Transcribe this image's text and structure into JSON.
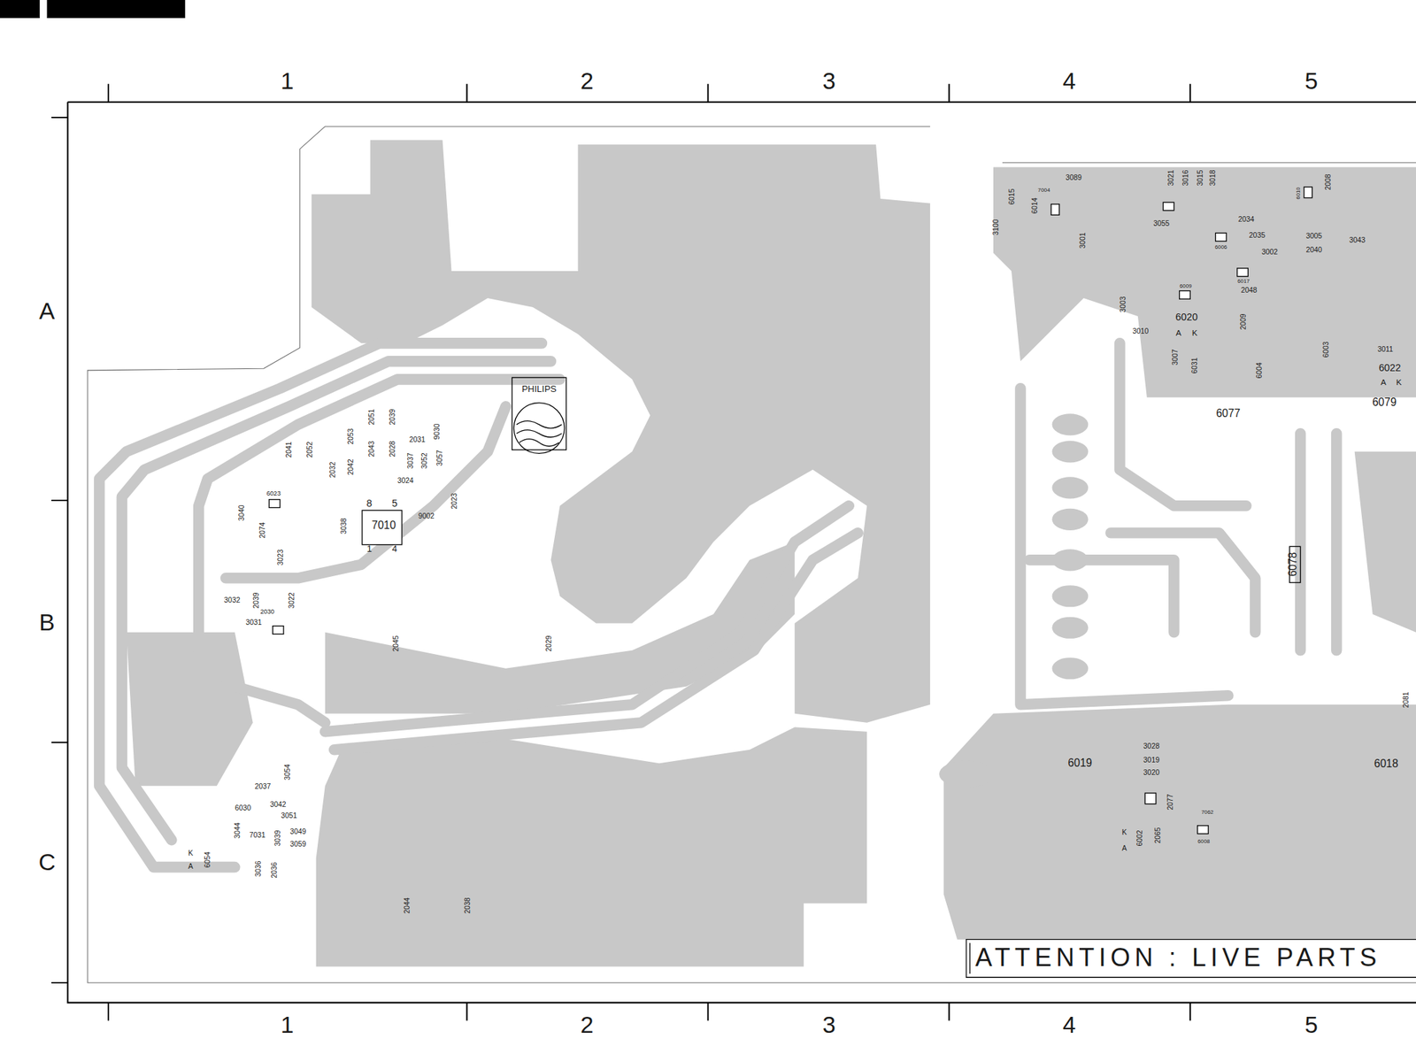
{
  "diagram": {
    "labels": [
      "1",
      "2",
      "3",
      "4",
      "5",
      "1",
      "2",
      "3",
      "4",
      "5",
      "A",
      "B",
      "C",
      "PHILIPS",
      "ATTENTION : LIVE PARTS",
      "7010",
      "8",
      "5",
      "1",
      "4",
      "6023",
      "3040",
      "2074",
      "3038",
      "3023",
      "2041",
      "2052",
      "2053",
      "2051",
      "2039",
      "2032",
      "2042",
      "2043",
      "2028",
      "2031",
      "9030",
      "3037",
      "3052",
      "3057",
      "3024",
      "2023",
      "9002",
      "3032",
      "2039",
      "2030",
      "3022",
      "3031",
      "2045",
      "2029",
      "3054",
      "2037",
      "6030",
      "3042",
      "3051",
      "3044",
      "7031",
      "3039",
      "3049",
      "3059",
      "3036",
      "2036",
      "6054",
      "2044",
      "2038",
      "3089",
      "7004",
      "6015",
      "6014",
      "3100",
      "3001",
      "3021",
      "3016",
      "3015",
      "3018",
      "3055",
      "2034",
      "2035",
      "3005",
      "3002",
      "2040",
      "3043",
      "6006",
      "6010",
      "2008",
      "6009",
      "6017",
      "2048",
      "6020",
      "3003",
      "3010",
      "3007",
      "6031",
      "2009",
      "6004",
      "6003",
      "3011",
      "6022",
      "6077",
      "6079",
      "6078",
      "6019",
      "6018",
      "3028",
      "3019",
      "3020",
      "2077",
      "7062",
      "6008",
      "6002",
      "2065",
      "2081",
      "A",
      "K",
      "A",
      "K",
      "K",
      "A",
      "K",
      "A"
    ]
  }
}
